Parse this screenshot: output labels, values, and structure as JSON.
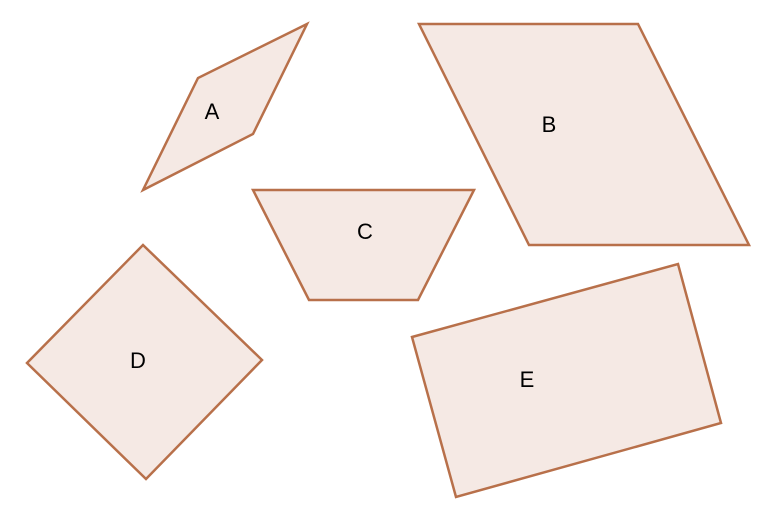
{
  "colors": {
    "fill": "#f5e9e4",
    "stroke": "#b8704a",
    "label": "#000000"
  },
  "shapes": [
    {
      "label": "A"
    },
    {
      "label": "B"
    },
    {
      "label": "C"
    },
    {
      "label": "D"
    },
    {
      "label": "E"
    }
  ]
}
